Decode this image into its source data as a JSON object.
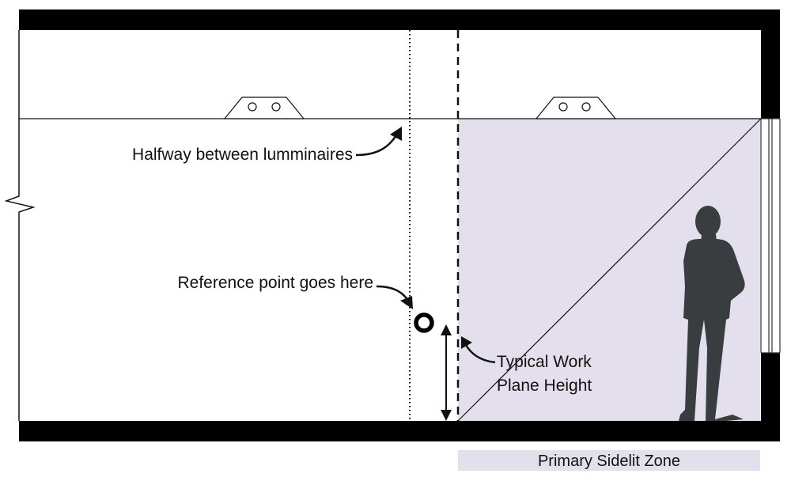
{
  "labels": {
    "halfway": "Halfway between lumminaires",
    "reference": "Reference point goes here",
    "work_plane_line1": "Typical Work",
    "work_plane_line2": "Plane Height",
    "zone": "Primary Sidelit Zone"
  },
  "colors": {
    "structure": "#000000",
    "zone_fill": "#e4dfed",
    "person": "#3a3d40",
    "line": "#111111"
  },
  "icons": {
    "person": "person-silhouette-icon",
    "luminaire": "luminaire-icon",
    "reference": "reference-point-icon"
  }
}
